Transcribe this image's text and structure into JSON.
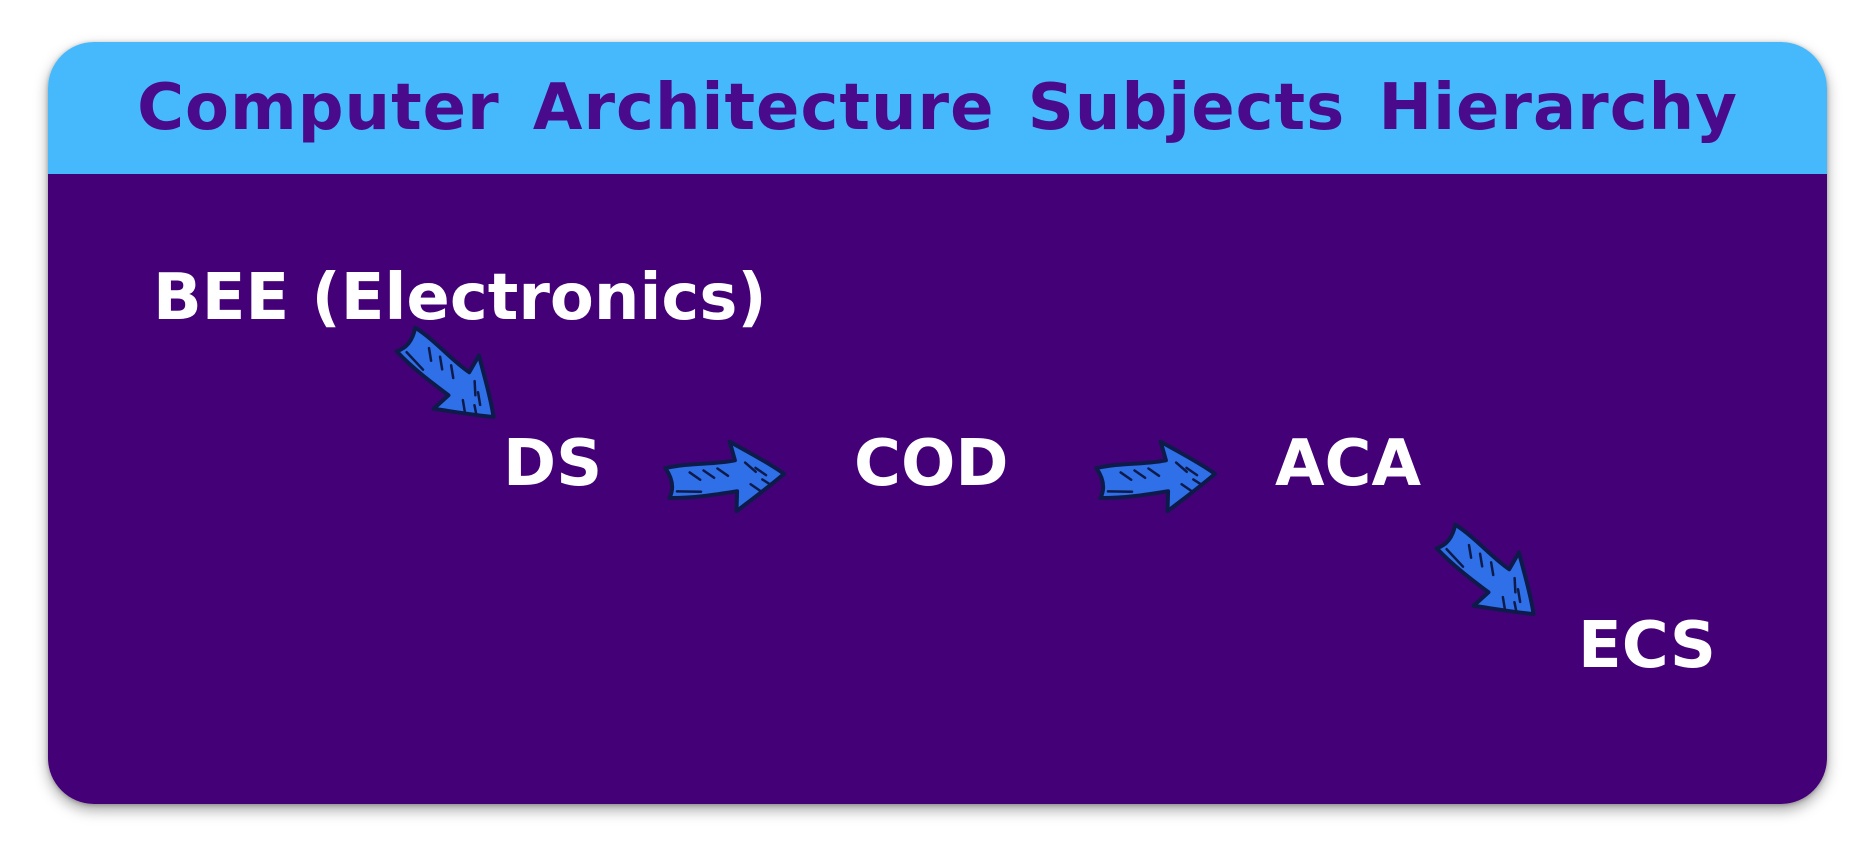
{
  "diagram": {
    "title": "Computer Architecture Subjects Hierarchy",
    "nodes": [
      {
        "id": "bee",
        "label": "BEE (Electronics)"
      },
      {
        "id": "ds",
        "label": "DS"
      },
      {
        "id": "cod",
        "label": "COD"
      },
      {
        "id": "aca",
        "label": "ACA"
      },
      {
        "id": "ecs",
        "label": "ECS"
      }
    ],
    "edges": [
      {
        "from": "bee",
        "to": "ds"
      },
      {
        "from": "ds",
        "to": "cod"
      },
      {
        "from": "cod",
        "to": "aca"
      },
      {
        "from": "aca",
        "to": "ecs"
      }
    ]
  },
  "colors": {
    "header_bg": "#45B9FB",
    "title_text": "#4A0A8C",
    "body_bg": "#440077",
    "node_text": "#FFFFFF",
    "arrow_fill": "#2F6FE8",
    "arrow_stroke": "#0E1B4A"
  },
  "icons": {
    "arrow": "hand-drawn-arrow-icon"
  }
}
